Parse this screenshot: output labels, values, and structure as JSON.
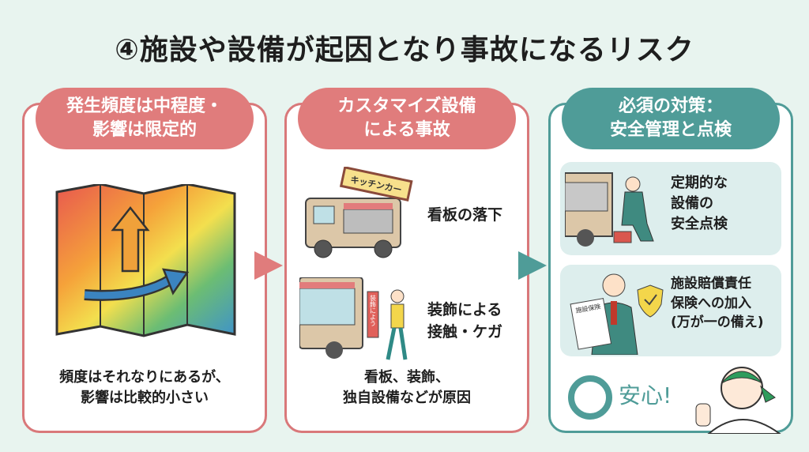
{
  "title": "④施設や設備が起因となり事故になるリスク",
  "colors": {
    "pink": "#e07c7c",
    "teal": "#4f9c98",
    "background": "#e8f4ef"
  },
  "panel1": {
    "header": [
      "発生頻度は中程度・",
      "影響は限定的"
    ],
    "icon": "colored-map-with-arrows",
    "caption": [
      "頻度はそれなりにあるが、",
      "影響は比較的小さい"
    ]
  },
  "panel2": {
    "header": [
      "カスタマイズ設備",
      "による事故"
    ],
    "items": [
      {
        "icon": "kitchen-car-falling-sign",
        "sign": "キッチンカー",
        "label": [
          "看板の落下"
        ]
      },
      {
        "icon": "woman-hit-by-banner",
        "banner": "装飾によう",
        "label": [
          "装飾による",
          "接触・ケガ"
        ]
      }
    ],
    "caption": [
      "看板、装飾、",
      "独自設備などが原因"
    ]
  },
  "panel3": {
    "header": [
      "必須の対策：",
      "安全管理と点検"
    ],
    "items": [
      {
        "icon": "mechanic-inspecting-truck",
        "label": [
          "定期的な",
          "設備の",
          "安全点検"
        ]
      },
      {
        "icon": "man-with-insurance-document",
        "doc": "施設保険",
        "label": [
          "施設賠償責任",
          "保険への加入",
          "(万が一の備え)"
        ]
      }
    ],
    "ok": "安心!",
    "ok_icon": "circle-mark"
  }
}
